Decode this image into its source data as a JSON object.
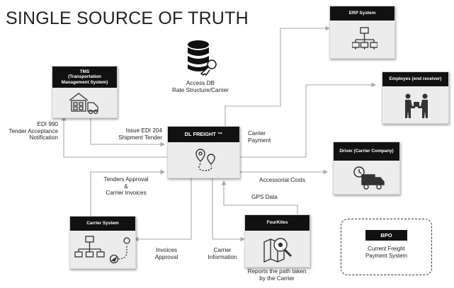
{
  "title": "SINGLE SOURCE OF TRUTH",
  "nodes": {
    "erp": {
      "title": "ERP System"
    },
    "tms": {
      "title_line1": "TMS",
      "title_line2": "(Transportation",
      "title_line3": "Management System)"
    },
    "dl": {
      "title": "DL FREIGHT ™"
    },
    "employee": {
      "title": "Employes (end receiver)"
    },
    "driver": {
      "title": "Driver (Carrier Company)"
    },
    "carrier_system": {
      "title": "Carrier System"
    },
    "fourkites": {
      "title": "FourKites"
    },
    "bpo": {
      "title": "BPO",
      "line1": "Current Freight",
      "line2": "Payment System"
    }
  },
  "access_db": {
    "line1": "Access DB",
    "line2": "Rate Structure/Carrier"
  },
  "labels": {
    "edi990_1": "EDI 990",
    "edi990_2": "Tender Acceptance",
    "edi990_3": "Notification",
    "edi204_1": "Issue EDI 204",
    "edi204_2": "Shipment Tender",
    "carrier_payment_1": "Carrier",
    "carrier_payment_2": "Payment",
    "tenders_1": "Tenders Approval",
    "tenders_2": "&",
    "tenders_3": "Carrier Invoices",
    "accessorial": "Accessorial Costs",
    "gps": "GPS Data",
    "invoices_1": "Invoices",
    "invoices_2": "Approval",
    "carrier_info_1": "Carrier",
    "carrier_info_2": "Information",
    "reports_1": "Reports the path taken",
    "reports_2": "by the Carrier"
  },
  "colors": {
    "connector": "#a8a8a8",
    "card_bg": "#ececec",
    "header_bg": "#111111",
    "icon": "#333333"
  }
}
